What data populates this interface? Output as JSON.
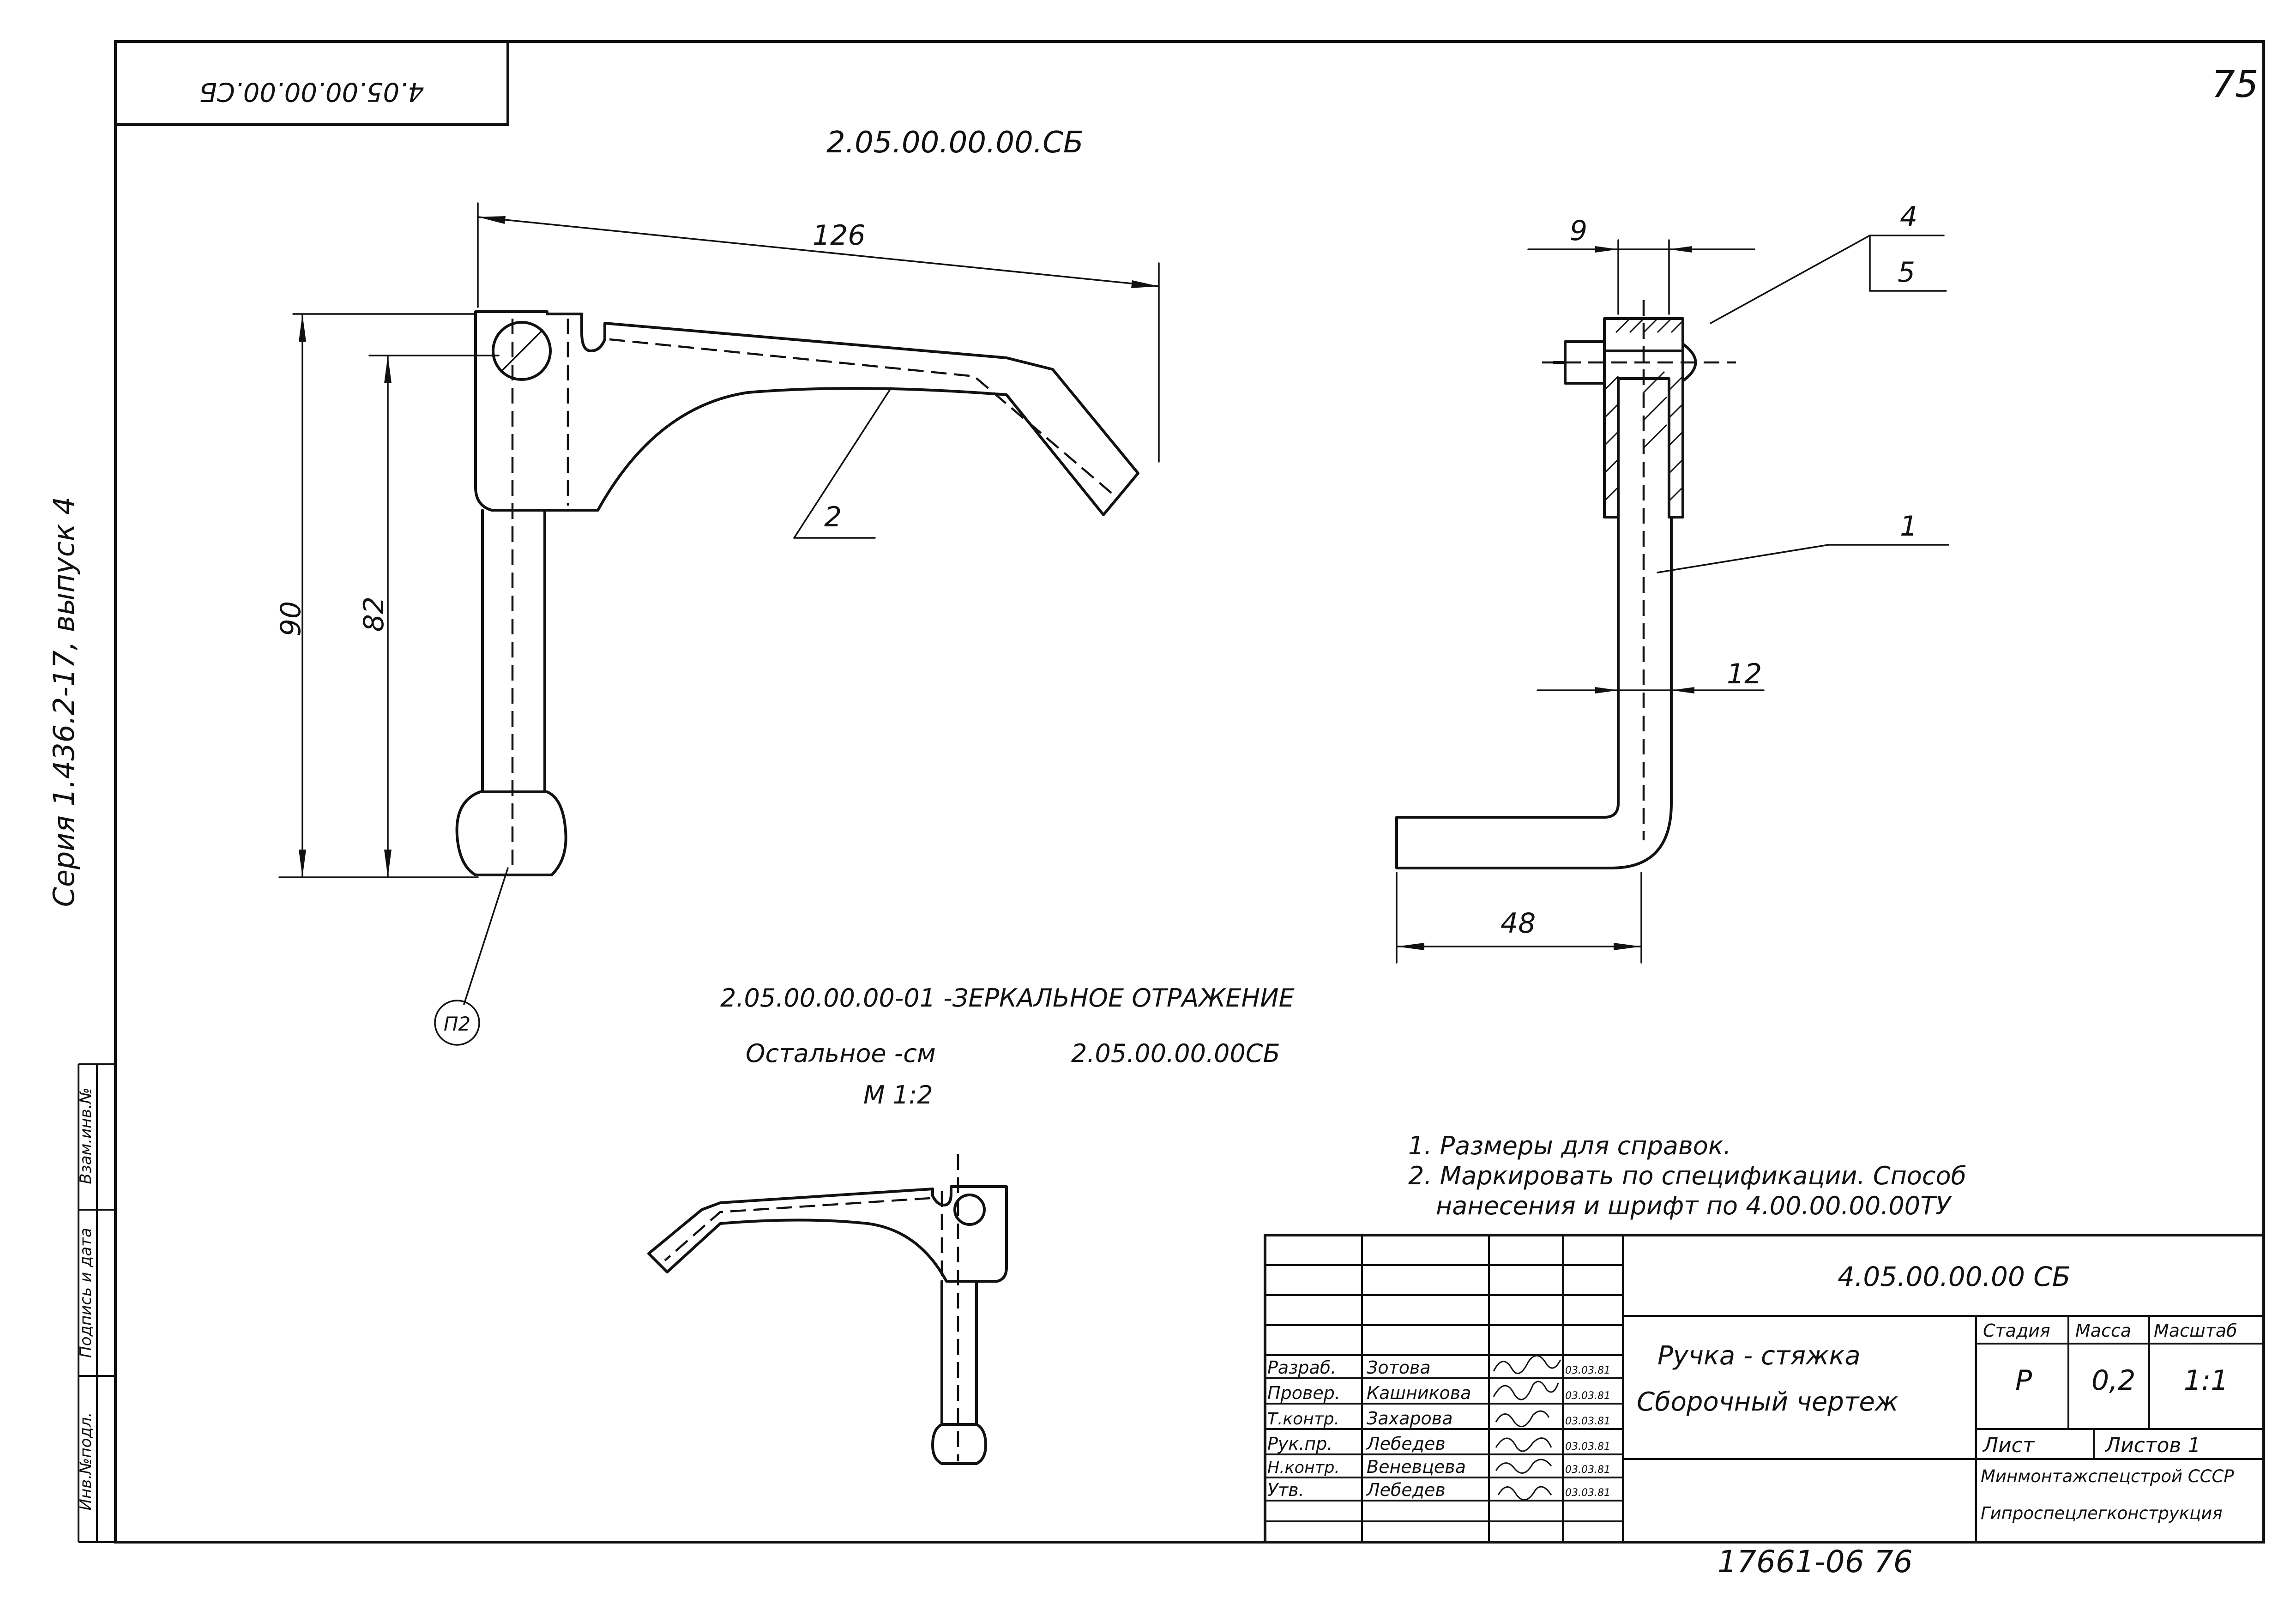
{
  "sheet_number": "75",
  "corner_stamp": "4.05.00.00.00.СБ",
  "series_label": "Серия 1.436.2-17, выпуск 4",
  "top_view": {
    "title": "2.05.00.00.00.СБ",
    "dim_length": "126",
    "dim_height_outer": "90",
    "dim_height_inner": "82",
    "callout_part": "2",
    "callout_note": "П2"
  },
  "side_view": {
    "dim_top": "9",
    "dim_shaft": "12",
    "dim_bottom": "48",
    "callout_4": "4",
    "callout_5": "5",
    "callout_1": "1"
  },
  "mirror_note": {
    "line1": "2.05.00.00.00-01   -ЗЕРКАЛЬНОЕ  ОТРАЖЕНИЕ",
    "line2_label": "Остальное  -см",
    "line2_ref": "2.05.00.00.00СБ",
    "scale": "М 1:2"
  },
  "notes": [
    "1. Размеры для  справок.",
    "2. Маркировать  по  спецификации. Способ",
    "нанесения  и  шрифт  по  4.00.00.00.00ТУ"
  ],
  "margin_boxes": [
    "Инв.№подл.",
    "Подпись и дата",
    "Взам.инв.№"
  ],
  "title_block": {
    "doc_code": "4.05.00.00.00 СБ",
    "name_line1": "Ручка - стяжка",
    "name_line2": "Сборочный  чертеж",
    "headers": {
      "stage": "Стадия",
      "mass": "Масса",
      "scale": "Масштаб"
    },
    "values": {
      "stage": "Р",
      "mass": "0,2",
      "scale": "1:1"
    },
    "sheet_label": "Лист",
    "sheets_label": "Листов 1",
    "org_line1": "Минмонтажспецстрой СССР",
    "org_line2": "Гипроспецлегконструкция",
    "signatures": [
      {
        "role": "Разраб.",
        "name": "Зотова",
        "date": "03.03.81"
      },
      {
        "role": "Провер.",
        "name": "Кашникова",
        "date": "03.03.81"
      },
      {
        "role": "Т.контр.",
        "name": "Захарова",
        "date": "03.03.81"
      },
      {
        "role": "Рук.пр.",
        "name": "Лебедев",
        "date": "03.03.81"
      },
      {
        "role": "Н.контр.",
        "name": "Веневцева",
        "date": "03.03.81"
      },
      {
        "role": "Утв.",
        "name": "Лебедев",
        "date": "03.03.81"
      }
    ]
  },
  "bottom_number": "17661-06  76"
}
